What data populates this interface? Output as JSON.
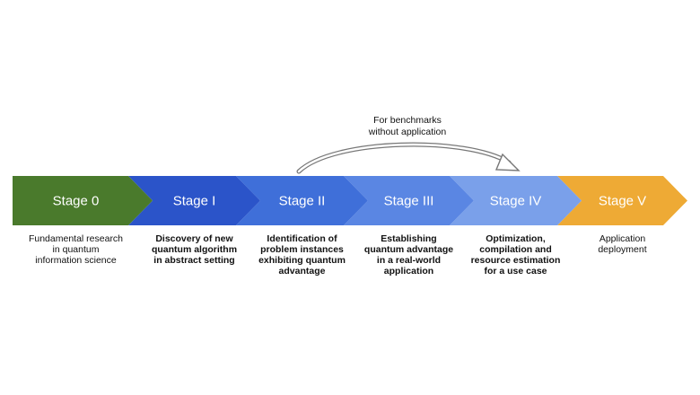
{
  "stages": [
    {
      "label": "Stage 0",
      "color": "#4a7a2c",
      "description": "Fundamental research\nin quantum\ninformation science",
      "bold": false
    },
    {
      "label": "Stage I",
      "color": "#2b54c9",
      "description": "Discovery of new\nquantum algorithm\nin abstract setting",
      "bold": true
    },
    {
      "label": "Stage II",
      "color": "#3f6fd9",
      "description": "Identification of\nproblem instances\nexhibiting quantum\nadvantage",
      "bold": true
    },
    {
      "label": "Stage III",
      "color": "#5a86e3",
      "description": "Establishing\nquantum advantage\nin a real-world\napplication",
      "bold": true
    },
    {
      "label": "Stage IV",
      "color": "#7aa0ea",
      "description": "Optimization,\ncompilation and\nresource estimation\nfor a use case",
      "bold": true
    },
    {
      "label": "Stage V",
      "color": "#eeaa35",
      "description": "Application\ndeployment",
      "bold": false
    }
  ],
  "benchmark_note": "For benchmarks\nwithout application"
}
